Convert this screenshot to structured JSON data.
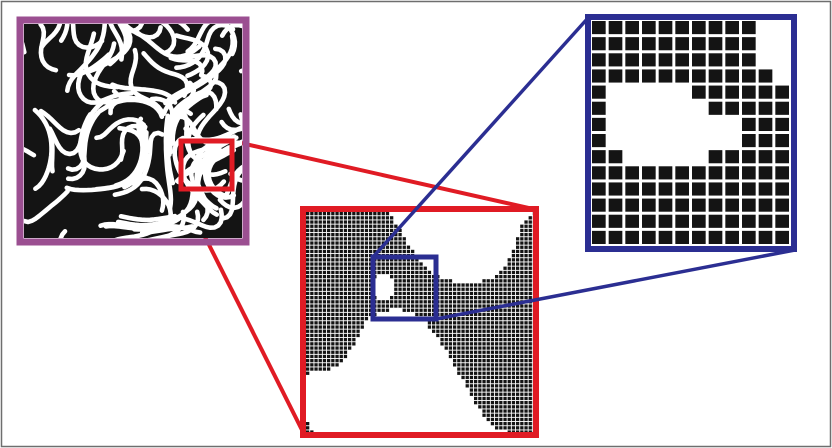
{
  "colors": {
    "background": "#ffffff",
    "outer_border": "#6e6e6e",
    "level1_frame": "#9b4f91",
    "level2_frame": "#e01b24",
    "level3_frame": "#2b2e92",
    "pattern_dark": "#141414",
    "pattern_light": "#ffffff",
    "pixel_grid": "#ffffff"
  },
  "diagram": {
    "description_type": "multi-level zoom of a labyrinthine (Turing-like) binary pattern",
    "levels": [
      {
        "id": "level1",
        "content": "full-pattern",
        "frame_color": "level1_frame"
      },
      {
        "id": "level2",
        "content": "zoomed-pattern-visible-pixels",
        "frame_color": "level2_frame",
        "source_region_frame_color": "level2_frame"
      },
      {
        "id": "level3",
        "content": "zoomed-pixels",
        "frame_color": "level3_frame",
        "source_region_frame_color": "level3_frame"
      }
    ]
  }
}
